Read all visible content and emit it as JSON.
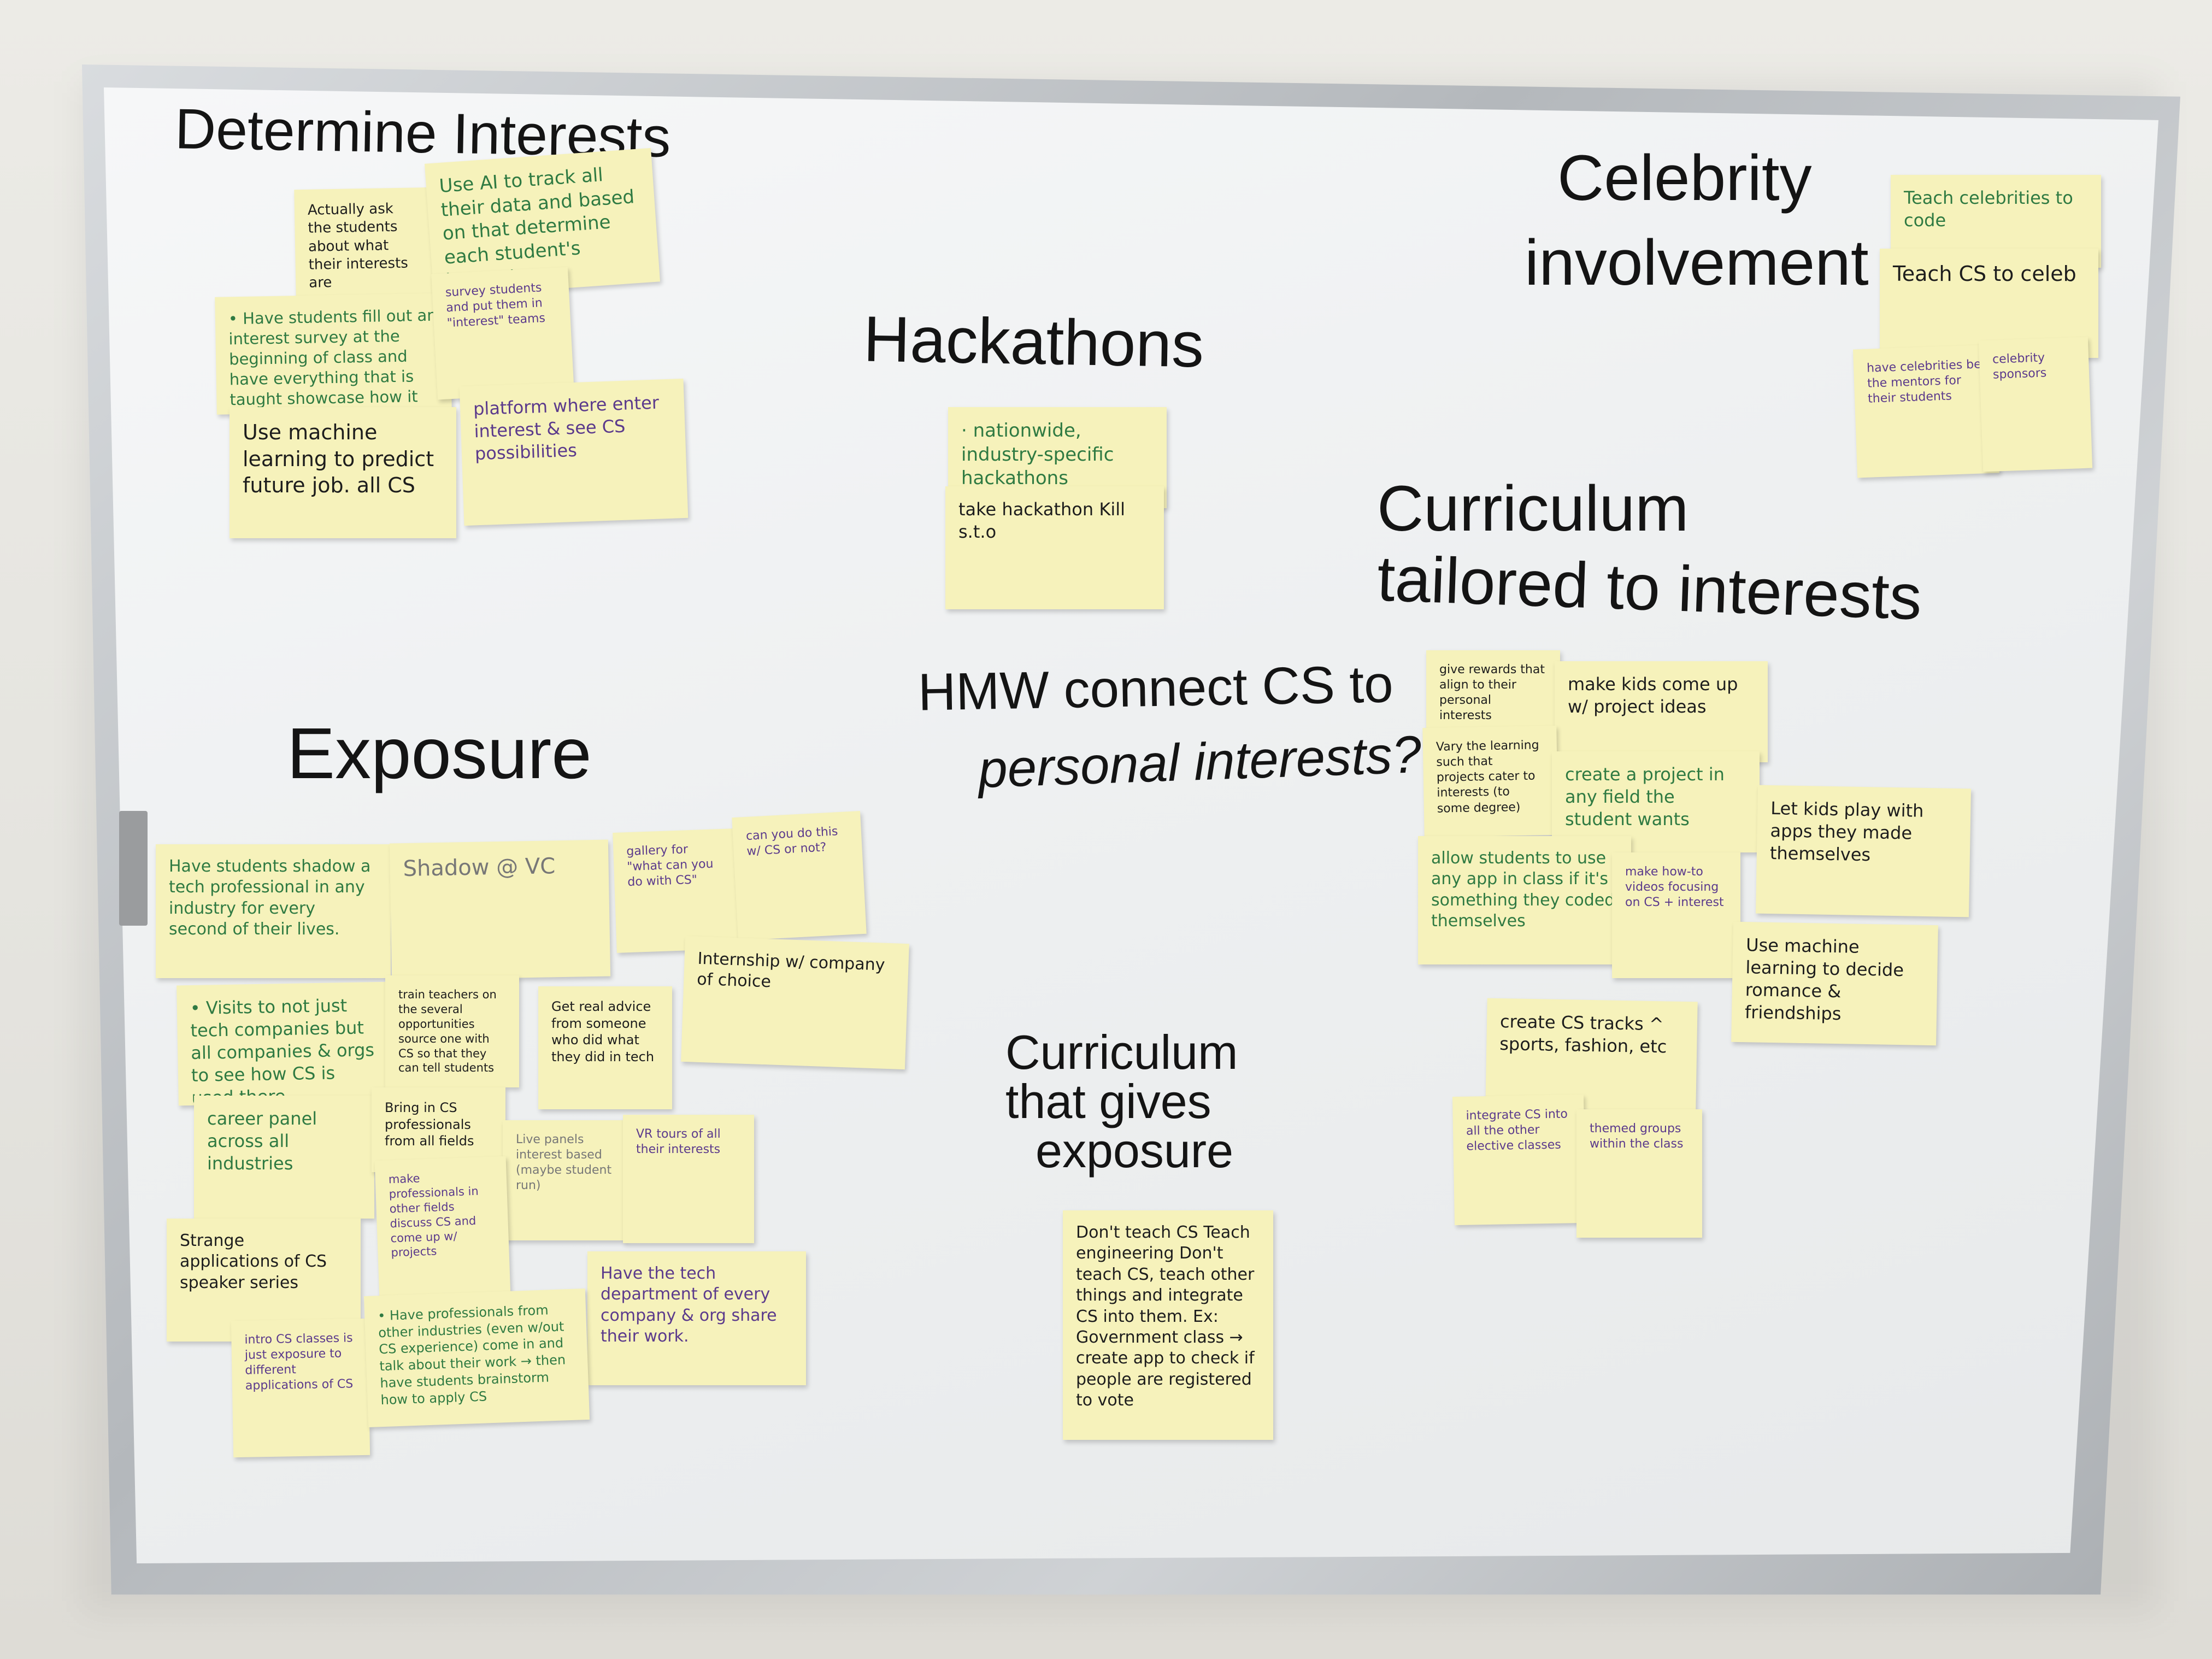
{
  "headings": {
    "determine": "Determine Interests",
    "celebrity_line1": "Celebrity",
    "celebrity_line2": "involvement",
    "hackathons": "Hackathons",
    "curriculum_tailored_line1": "Curriculum",
    "curriculum_tailored_line2": "tailored to interests",
    "hmw_line1": "HMW connect CS to",
    "hmw_line2": "personal interests?",
    "exposure": "Exposure",
    "curriculum_exposure_line1": "Curriculum",
    "curriculum_exposure_line2": "that gives",
    "curriculum_exposure_line3": "exposure"
  },
  "notes": {
    "di_1": "Actually ask the students about what their interests are",
    "di_2": "Use AI to track all their data and based on that determine each student's interest",
    "di_3": "• Have students fill out an interest survey at the beginning of class and have everything that is taught showcase how it can be applied to the student's interest",
    "di_4": "survey students and put them in \"interest\" teams",
    "di_5": "Use machine learning to predict future job. all CS",
    "di_6": "platform where enter interest & see CS possibilities",
    "hk_1": "· nationwide, industry-specific hackathons",
    "hk_2": "take hackathon Kill s.t.o",
    "ce_1": "Teach celebrities to code",
    "ce_2": "Teach CS to celeb",
    "ce_3": "have celebrities be the mentors for their students",
    "ce_4": "celebrity sponsors",
    "ct_1": "give rewards that align to their personal interests",
    "ct_2": "make kids come up w/ project ideas",
    "ct_3": "Vary the learning such that projects cater to interests (to some degree)",
    "ct_4": "create a project in any field the student wants",
    "ct_5": "Let kids play with apps they made themselves",
    "ct_6": "allow students to use any app in class if it's something they coded themselves",
    "ct_7": "make how-to videos focusing on CS + interest",
    "ct_8": "Use machine learning to decide romance & friendships",
    "ct_9": "create CS tracks ^ sports, fashion, etc",
    "ct_10": "integrate CS into all the other elective classes",
    "ct_11": "themed groups within the class",
    "ex_1": "Have students shadow a tech professional in any industry for every second of their lives.",
    "ex_2": "Shadow @ VC",
    "ex_3": "gallery for \"what can you do with CS\"",
    "ex_4": "can you do this w/ CS or not?",
    "ex_5": "Internship w/ company of choice",
    "ex_6": "• Visits to not just tech companies but all companies & orgs to see how CS is used there",
    "ex_7": "train teachers on the several opportunities source one with CS so that they can tell students",
    "ex_8": "Get real advice from someone who did what they did in tech",
    "ex_9": "career panel across all industries",
    "ex_10": "Bring in CS professionals from all fields",
    "ex_11": "Live panels interest based (maybe student run)",
    "ex_12": "VR tours of all their interests",
    "ex_13": "make professionals in other fields discuss CS and come up w/ projects",
    "ex_14": "Strange applications of CS speaker series",
    "ex_15": "Have the tech department of every company & org share their work.",
    "ex_16": "intro CS classes is just exposure to different applications of CS",
    "ex_17": "• Have professionals from other industries (even w/out CS experience) come in and talk about their work → then have students brainstorm how to apply CS",
    "ce2_1": "Don't teach CS Teach engineering Don't teach CS, teach other things and integrate CS into them. Ex: Government class → create app to check if people are registered to vote"
  }
}
